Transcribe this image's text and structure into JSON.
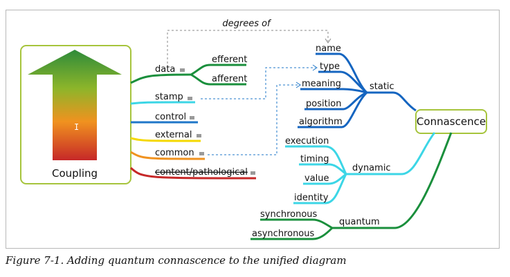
{
  "diagram": {
    "coupling": {
      "label": "Coupling",
      "types": [
        {
          "label": "data",
          "color": "#1a8f3c",
          "subtypes": [
            "efferent",
            "afferent"
          ]
        },
        {
          "label": "stamp",
          "color": "#3cd6e6"
        },
        {
          "label": "control",
          "color": "#1f77c9"
        },
        {
          "label": "external",
          "color": "#f5d800"
        },
        {
          "label": "common",
          "color": "#f0921f"
        },
        {
          "label": "content/pathological",
          "color": "#c62828"
        }
      ]
    },
    "connascence": {
      "label": "Connascence",
      "static": {
        "label": "static",
        "color": "#1565c0",
        "items": [
          "name",
          "type",
          "meaning",
          "position",
          "algorithm"
        ]
      },
      "dynamic": {
        "label": "dynamic",
        "color": "#3cd6e6",
        "items": [
          "execution",
          "timing",
          "value",
          "identity"
        ]
      },
      "quantum": {
        "label": "quantum",
        "color": "#1a8f3c",
        "items": [
          "synchronous",
          "asynchronous"
        ]
      }
    },
    "relation_label": "degrees of",
    "colors": {
      "box_border": "#a6c43c",
      "dashed_blue": "#1f77c9",
      "dashed_gray": "#888888"
    }
  },
  "caption": "Figure 7-1. Adding quantum connascence to the unified diagram"
}
